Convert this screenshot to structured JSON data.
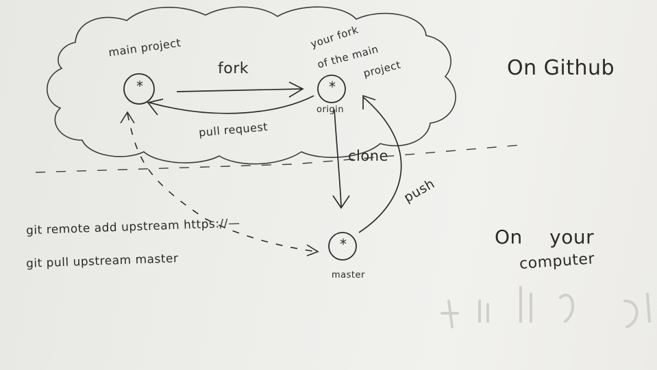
{
  "cloud": {
    "main_project_label": "main project",
    "fork_label": "fork",
    "your_fork_lines": [
      "your fork",
      "of the main",
      "project"
    ],
    "origin_label": "origin",
    "pull_request_label": "pull request",
    "node_symbol": "*"
  },
  "transfer": {
    "clone_label": "clone",
    "push_label": "push",
    "master_label": "master"
  },
  "commands": {
    "line1": "git remote add upstream https://—",
    "line2": "git pull upstream master"
  },
  "regions": {
    "github_label": "On Github",
    "computer_line1": "On your",
    "computer_line2": "computer"
  },
  "colors": {
    "ink": "#2b2b2b",
    "board": "#ecece8"
  }
}
